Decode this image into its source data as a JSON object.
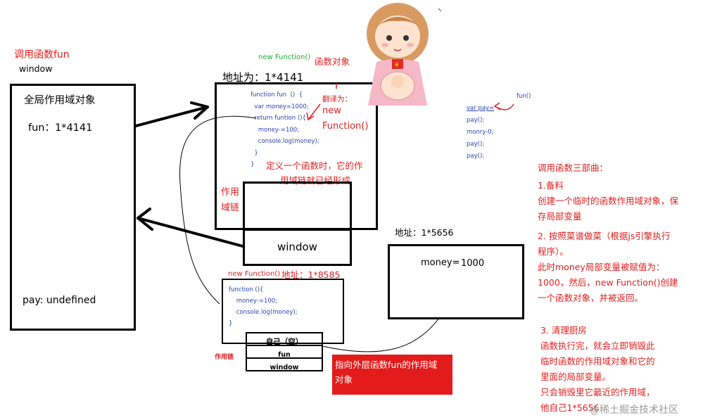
{
  "top_left": {
    "call_title": "调用函数fun",
    "window_label": "window"
  },
  "global_box": {
    "title": "全局作用域对象",
    "fun_entry": "fun：1*4141",
    "pay_entry": "pay: undefined"
  },
  "fn_object": {
    "new_function_label": "new Function()",
    "function_object_label": "函数对象",
    "address": "地址为：1*4141",
    "code_lines": [
      "function fun  ()  {",
      "  var money=1000;",
      "  return funtion (){",
      "    money-=100;",
      "    console.log(money);",
      "  }",
      "}"
    ],
    "translate_note": [
      "翻译为：",
      "new",
      "Function()"
    ],
    "define_note": [
      "定义一个函数时，它的作",
      "用域链就已经形成"
    ],
    "scope_chain_label": [
      "作用",
      "域链"
    ],
    "window_cell": "window"
  },
  "local_scope": {
    "address": "地址：1*5656",
    "money_label": "money=",
    "money_value": "1000"
  },
  "inner_fn": {
    "new_function_label": "new Function()",
    "address": "地址：1*8585",
    "code_lines": [
      "function (){",
      "    money-=100;",
      "    console.log(money);",
      "}"
    ],
    "scope_chain_label": "作用链",
    "chain_cells": [
      "自己（空）",
      "fun",
      "window"
    ],
    "callout": [
      "指向外层函数fun的作用域",
      "对象"
    ]
  },
  "right_code": {
    "fun_label": "fun()",
    "lines": [
      "var pay=",
      "pay();",
      "monry-0;",
      "pay();",
      "pay();"
    ]
  },
  "steps": {
    "heading": "调用函数三部曲：",
    "step1_title": "1.备料",
    "step1_body": [
      "创建一个临时的函数作用域对象，保",
      "存局部变量"
    ],
    "step2_title": [
      "2. 按照菜谱做菜（根据js引擎执行",
      "程序）。"
    ],
    "step2_body": [
      "此时money局部变量被赋值为：",
      "1000，然后，new Function()创建",
      "一个函数对象，并被返回。"
    ],
    "step3_title": "3. 清理厨房",
    "step3_body": [
      "函数执行完，就会立即销毁此",
      "临时函数的作用域对象和它的",
      "里面的局部变量。",
      "只会销毁里它最近的作用域，",
      "他自己1*5656"
    ]
  },
  "watermark": "@稀土掘金技术社区",
  "colors": {
    "red": "#e02020",
    "green": "#22a838",
    "blue": "#2b3fb0",
    "callout_bg": "#e31b1b"
  }
}
